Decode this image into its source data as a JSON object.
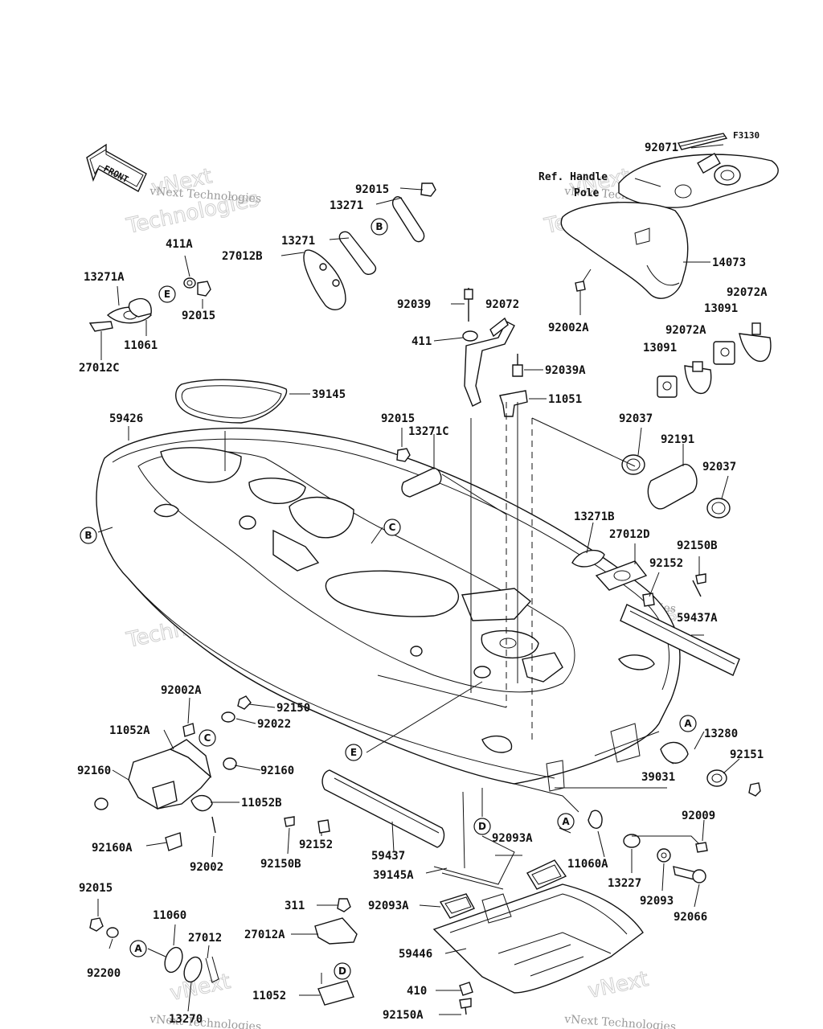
{
  "figure_code": "F3130",
  "front_arrow_label": "FRONT",
  "ref_note": {
    "line1": "Ref. Handle",
    "line2": "Pole"
  },
  "watermark": {
    "line1": "vNext",
    "line2": "Technologies",
    "caption": "vNext Technologies"
  },
  "ref_circles": [
    "A",
    "B",
    "C",
    "D",
    "E"
  ],
  "parts": {
    "p92071": "92071",
    "p14073": "14073",
    "p92002A_top": "92002A",
    "p92072A_1": "92072A",
    "p92072A_2": "92072A",
    "p13091_1": "13091",
    "p13091_2": "13091",
    "p92015_top": "92015",
    "p13271_1": "13271",
    "p13271_2": "13271",
    "p27012B": "27012B",
    "p411A": "411A",
    "p13271A": "13271A",
    "p92015_mid": "92015",
    "p11061": "11061",
    "p27012C": "27012C",
    "p92039": "92039",
    "p92072": "92072",
    "p411": "411",
    "p92039A": "92039A",
    "p11051": "11051",
    "p39145": "39145",
    "p59426": "59426",
    "p92015_c": "92015",
    "p13271C": "13271C",
    "p92037_1": "92037",
    "p92191": "92191",
    "p92037_2": "92037",
    "p13271B": "13271B",
    "p27012D": "27012D",
    "p92150B_r": "92150B",
    "p92152_r": "92152",
    "p59437A": "59437A",
    "p92002A_l": "92002A",
    "p92150_l": "92150",
    "p92022": "92022",
    "p11052A": "11052A",
    "p92160_1": "92160",
    "p92160_2": "92160",
    "p11052B": "11052B",
    "p92160A": "92160A",
    "p92002": "92002",
    "p92150B_b": "92150B",
    "p92152_b": "92152",
    "p59437": "59437",
    "p13280": "13280",
    "p92151": "92151",
    "p39031": "39031",
    "p92009": "92009",
    "p11060A": "11060A",
    "p92093A_1": "92093A",
    "p39145A": "39145A",
    "p92093A_2": "92093A",
    "p13227": "13227",
    "p92093": "92093",
    "p92066": "92066",
    "p92015_b": "92015",
    "p11060": "11060",
    "p27012": "27012",
    "p92200": "92200",
    "p13270": "13270",
    "p311": "311",
    "p27012A": "27012A",
    "p11052": "11052",
    "p59446": "59446",
    "p410": "410",
    "p92150A": "92150A"
  }
}
